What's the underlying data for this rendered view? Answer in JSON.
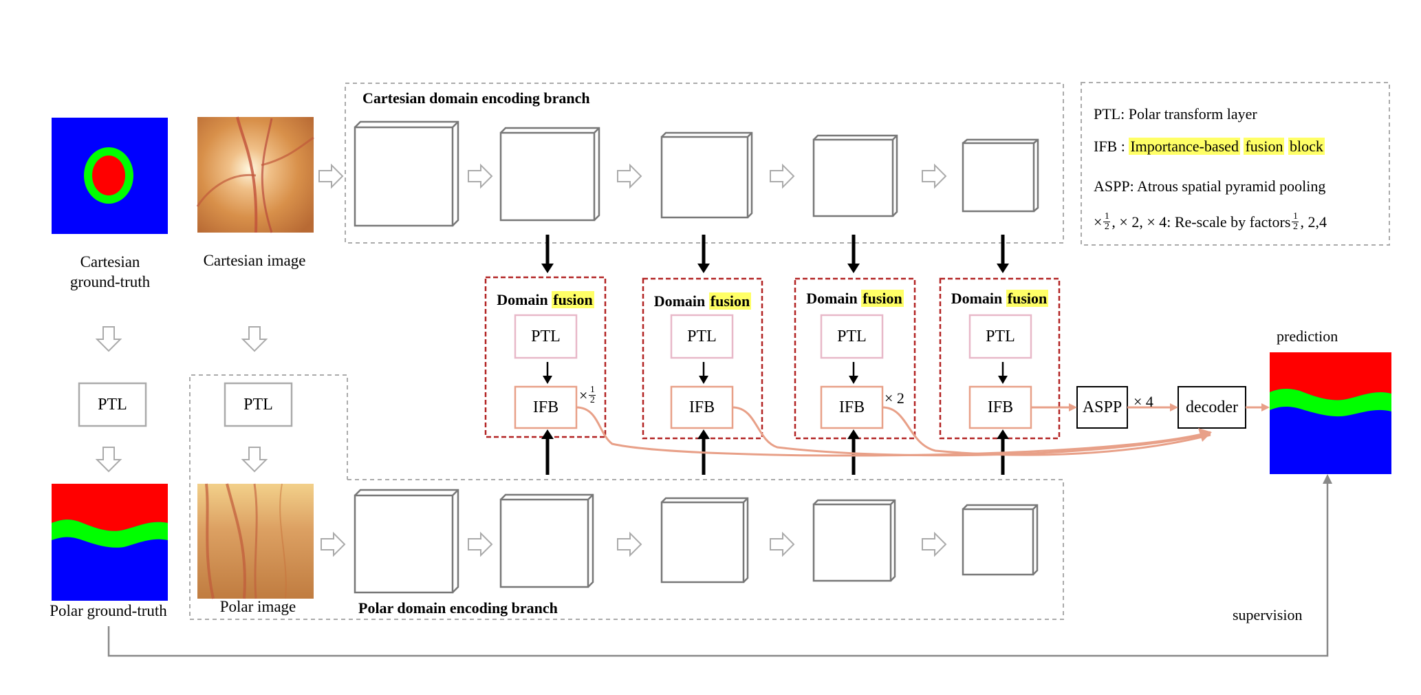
{
  "branches": {
    "cartesian_title": "Cartesian domain encoding branch",
    "polar_title": "Polar domain encoding branch"
  },
  "inputs": {
    "cartesian_gt_label": "Cartesian\nground-truth",
    "cartesian_image_label": "Cartesian image",
    "polar_gt_label": "Polar ground-truth",
    "polar_image_label": "Polar image",
    "ptl_label": "PTL"
  },
  "fusion_blocks": [
    {
      "title_prefix": "Domain",
      "title_highlight": "fusion",
      "ptl": "PTL",
      "ifb": "IFB",
      "scale_prefix": "×",
      "scale_num": "1",
      "scale_den": "2",
      "scale_text": ""
    },
    {
      "title_prefix": "Domain",
      "title_highlight": "fusion",
      "ptl": "PTL",
      "ifb": "IFB",
      "scale_prefix": "",
      "scale_num": "",
      "scale_den": "",
      "scale_text": ""
    },
    {
      "title_prefix": "Domain",
      "title_highlight": "fusion",
      "ptl": "PTL",
      "ifb": "IFB",
      "scale_prefix": "",
      "scale_num": "",
      "scale_den": "",
      "scale_text": "× 2"
    },
    {
      "title_prefix": "Domain",
      "title_highlight": "fusion",
      "ptl": "PTL",
      "ifb": "IFB",
      "scale_prefix": "",
      "scale_num": "",
      "scale_den": "",
      "scale_text": ""
    }
  ],
  "head": {
    "aspp": "ASPP",
    "scale": "× 4",
    "decoder": "decoder",
    "prediction": "prediction",
    "supervision": "supervision"
  },
  "legend": {
    "ptl_key": "PTL:",
    "ptl_desc": "Polar transform layer",
    "ifb_key": "IFB :",
    "ifb_w1": "Importance-based",
    "ifb_w2": "fusion",
    "ifb_w3": "block",
    "aspp_key": "ASPP:",
    "aspp_desc": "Atrous spatial pyramid pooling",
    "scale_a": "×",
    "scale_frac_num": "1",
    "scale_frac_den": "2",
    "scale_b": ", × 2, × 4: Re-scale by factors",
    "scale_c": ", 2,4"
  },
  "colors": {
    "seg_blue": "#0000ff",
    "seg_green": "#00ff00",
    "seg_red": "#ff0000",
    "fusion_border": "#b22222",
    "ifb_border": "#e8a088",
    "ptl_fusion_border": "#e8b8c8",
    "connector": "#e8a088",
    "highlight": "#ffff66",
    "dashed": "#aaaaaa",
    "cube": "#777777"
  }
}
